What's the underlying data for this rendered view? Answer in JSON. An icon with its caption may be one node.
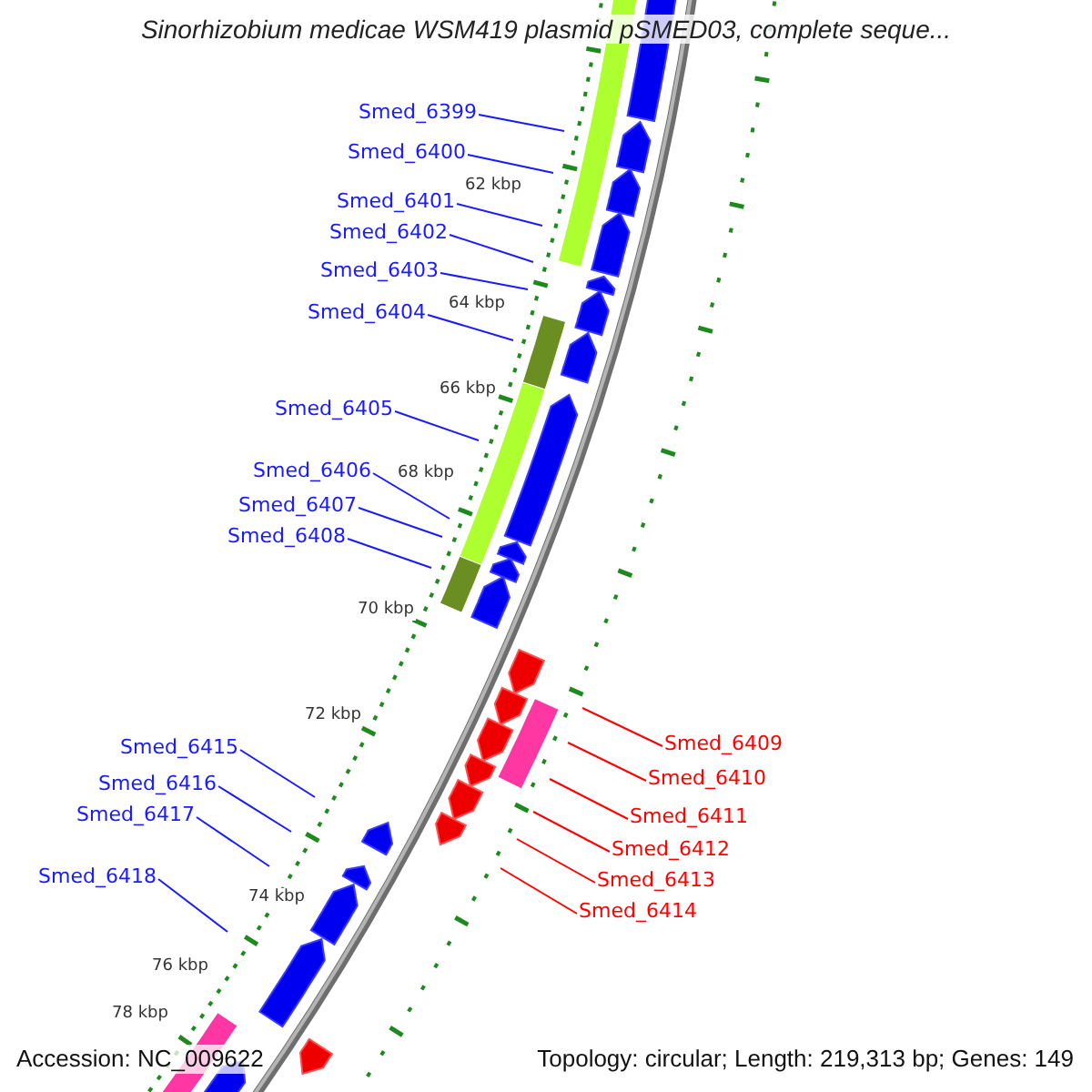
{
  "diagram": {
    "title": "Sinorhizobium medicae WSM419 plasmid pSMED03, complete seque...",
    "nodes": [
      {
        "text": [
          "Smed_6399"
        ]
      },
      {
        "text": [
          "Smed_6400"
        ]
      },
      {
        "text": [
          "Smed_6401"
        ]
      },
      {
        "text": [
          "Smed_6402"
        ]
      },
      {
        "text": [
          "Smed_6403"
        ]
      },
      {
        "text": [
          "Smed_6404"
        ]
      },
      {
        "text": [
          "Smed_6405"
        ]
      },
      {
        "text": [
          "Smed_6406"
        ]
      },
      {
        "text": [
          "Smed_6407"
        ]
      },
      {
        "text": [
          "Smed_6408"
        ]
      },
      {
        "text": [
          "Smed_6409"
        ]
      },
      {
        "text": [
          "Smed_6410"
        ]
      },
      {
        "text": [
          "Smed_6411"
        ]
      },
      {
        "text": [
          "Smed_6412"
        ]
      },
      {
        "text": [
          "Smed_6413"
        ]
      },
      {
        "text": [
          "Smed_6414"
        ]
      },
      {
        "text": [
          "Smed_6415"
        ]
      },
      {
        "text": [
          "Smed_6416"
        ]
      },
      {
        "text": [
          "Smed_6417"
        ]
      },
      {
        "text": [
          "Smed_6418"
        ]
      }
    ],
    "edges": [
      {
        "from": 0,
        "to": null,
        "arrow": "none"
      },
      {
        "from": 1,
        "to": null,
        "arrow": "none"
      },
      {
        "from": 2,
        "to": null,
        "arrow": "none"
      },
      {
        "from": 3,
        "to": null,
        "arrow": "none"
      },
      {
        "from": 4,
        "to": null,
        "arrow": "none"
      },
      {
        "from": 5,
        "to": null,
        "arrow": "none"
      },
      {
        "from": 6,
        "to": null,
        "arrow": "none"
      },
      {
        "from": 7,
        "to": null,
        "arrow": "none"
      },
      {
        "from": 8,
        "to": null,
        "arrow": "none"
      },
      {
        "from": 9,
        "to": null,
        "arrow": "none"
      },
      {
        "from": 10,
        "to": null,
        "arrow": "none",
        "color": "#ff0000"
      },
      {
        "from": 11,
        "to": null,
        "arrow": "none",
        "color": "#ff0000"
      },
      {
        "from": 12,
        "to": null,
        "arrow": "none",
        "color": "#ff0000"
      },
      {
        "from": 13,
        "to": null,
        "arrow": "none",
        "color": "#ff0000"
      },
      {
        "from": 14,
        "to": null,
        "arrow": "none",
        "color": "#ff0000"
      },
      {
        "from": 15,
        "to": null,
        "arrow": "none",
        "color": "#ff0000"
      },
      {
        "from": 16,
        "to": null,
        "arrow": "none"
      },
      {
        "from": 17,
        "to": null,
        "arrow": "none"
      },
      {
        "from": 18,
        "to": null,
        "arrow": "none"
      },
      {
        "from": 19,
        "to": null,
        "arrow": "none"
      }
    ],
    "labels": [
      "62 kbp",
      "64 kbp",
      "66 kbp",
      "68 kbp",
      "70 kbp",
      "72 kbp",
      "74 kbp",
      "76 kbp",
      "78 kbp",
      "Accession: NC_009622",
      "Topology: circular; Length: 219,313 bp; Genes: 149"
    ]
  }
}
